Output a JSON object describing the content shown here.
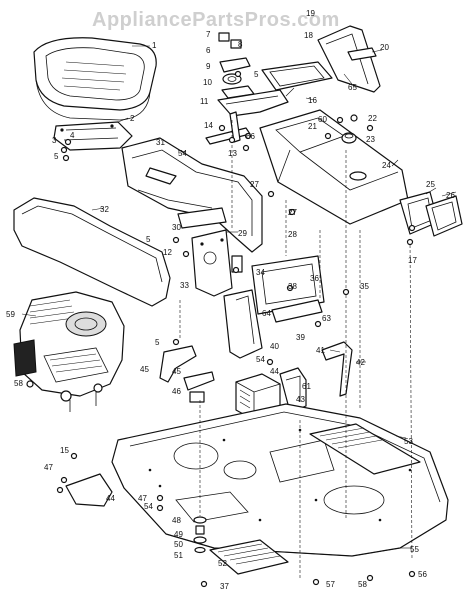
{
  "watermark": "AppliancePartsPros.com",
  "callouts": [
    {
      "id": "c1",
      "text": "1"
    },
    {
      "id": "c2",
      "text": "2"
    },
    {
      "id": "c3",
      "text": "3"
    },
    {
      "id": "c4",
      "text": "4"
    },
    {
      "id": "c5a",
      "text": "5"
    },
    {
      "id": "c5b",
      "text": "5"
    },
    {
      "id": "c5c",
      "text": "5"
    },
    {
      "id": "c5d",
      "text": "5"
    },
    {
      "id": "c6",
      "text": "6"
    },
    {
      "id": "c7",
      "text": "7"
    },
    {
      "id": "c8",
      "text": "8"
    },
    {
      "id": "c9",
      "text": "9"
    },
    {
      "id": "c10",
      "text": "10"
    },
    {
      "id": "c11",
      "text": "11"
    },
    {
      "id": "c12",
      "text": "12"
    },
    {
      "id": "c13",
      "text": "13"
    },
    {
      "id": "c14",
      "text": "14"
    },
    {
      "id": "c15",
      "text": "15"
    },
    {
      "id": "c16",
      "text": "16"
    },
    {
      "id": "c17",
      "text": "17"
    },
    {
      "id": "c18",
      "text": "18"
    },
    {
      "id": "c19",
      "text": "19"
    },
    {
      "id": "c20",
      "text": "20"
    },
    {
      "id": "c21",
      "text": "21"
    },
    {
      "id": "c22",
      "text": "22"
    },
    {
      "id": "c23",
      "text": "23"
    },
    {
      "id": "c24",
      "text": "24"
    },
    {
      "id": "c25",
      "text": "25"
    },
    {
      "id": "c26",
      "text": "26"
    },
    {
      "id": "c27a",
      "text": "27"
    },
    {
      "id": "c27b",
      "text": "27"
    },
    {
      "id": "c28",
      "text": "28"
    },
    {
      "id": "c29",
      "text": "29"
    },
    {
      "id": "c30",
      "text": "30"
    },
    {
      "id": "c31",
      "text": "31"
    },
    {
      "id": "c32",
      "text": "32"
    },
    {
      "id": "c33",
      "text": "33"
    },
    {
      "id": "c34",
      "text": "34"
    },
    {
      "id": "c35",
      "text": "35"
    },
    {
      "id": "c36",
      "text": "36"
    },
    {
      "id": "c37",
      "text": "37"
    },
    {
      "id": "c38",
      "text": "38"
    },
    {
      "id": "c39",
      "text": "39"
    },
    {
      "id": "c40",
      "text": "40"
    },
    {
      "id": "c41",
      "text": "41"
    },
    {
      "id": "c42",
      "text": "42"
    },
    {
      "id": "c43",
      "text": "43"
    },
    {
      "id": "c44a",
      "text": "44"
    },
    {
      "id": "c44b",
      "text": "44"
    },
    {
      "id": "c45a",
      "text": "45"
    },
    {
      "id": "c45b",
      "text": "45"
    },
    {
      "id": "c46",
      "text": "46"
    },
    {
      "id": "c47a",
      "text": "47"
    },
    {
      "id": "c47b",
      "text": "47"
    },
    {
      "id": "c48",
      "text": "48"
    },
    {
      "id": "c49",
      "text": "49"
    },
    {
      "id": "c50",
      "text": "50"
    },
    {
      "id": "c51",
      "text": "51"
    },
    {
      "id": "c52",
      "text": "52"
    },
    {
      "id": "c53",
      "text": "53"
    },
    {
      "id": "c54a",
      "text": "54"
    },
    {
      "id": "c54b",
      "text": "54"
    },
    {
      "id": "c54c",
      "text": "54"
    },
    {
      "id": "c55",
      "text": "55"
    },
    {
      "id": "c56",
      "text": "56"
    },
    {
      "id": "c57",
      "text": "57"
    },
    {
      "id": "c58a",
      "text": "58"
    },
    {
      "id": "c58b",
      "text": "58"
    },
    {
      "id": "c59",
      "text": "59"
    },
    {
      "id": "c60",
      "text": "60"
    },
    {
      "id": "c61",
      "text": "61"
    },
    {
      "id": "c63",
      "text": "63"
    },
    {
      "id": "c64",
      "text": "64"
    },
    {
      "id": "c65",
      "text": "65"
    },
    {
      "id": "c66",
      "text": "66"
    }
  ]
}
